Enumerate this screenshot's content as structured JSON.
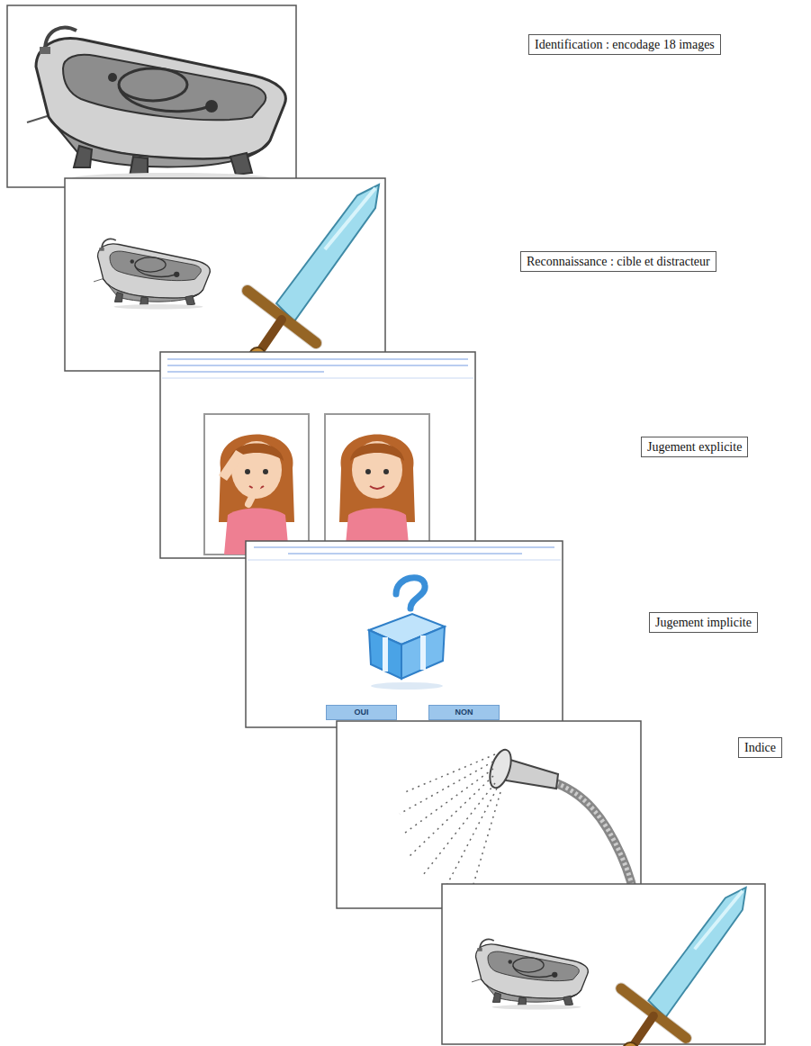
{
  "diagram": {
    "nodes": [
      {
        "text": [
          "Identification : encodage 18 images"
        ]
      },
      {
        "text": [
          "Reconnaissance : cible et distracteur"
        ]
      },
      {
        "text": [
          "Jugement explicite"
        ]
      },
      {
        "text": [
          "Jugement implicite"
        ]
      },
      {
        "text": [
          "OUI"
        ]
      },
      {
        "text": [
          "NON"
        ]
      },
      {
        "text": [
          "Indice"
        ]
      }
    ]
  }
}
